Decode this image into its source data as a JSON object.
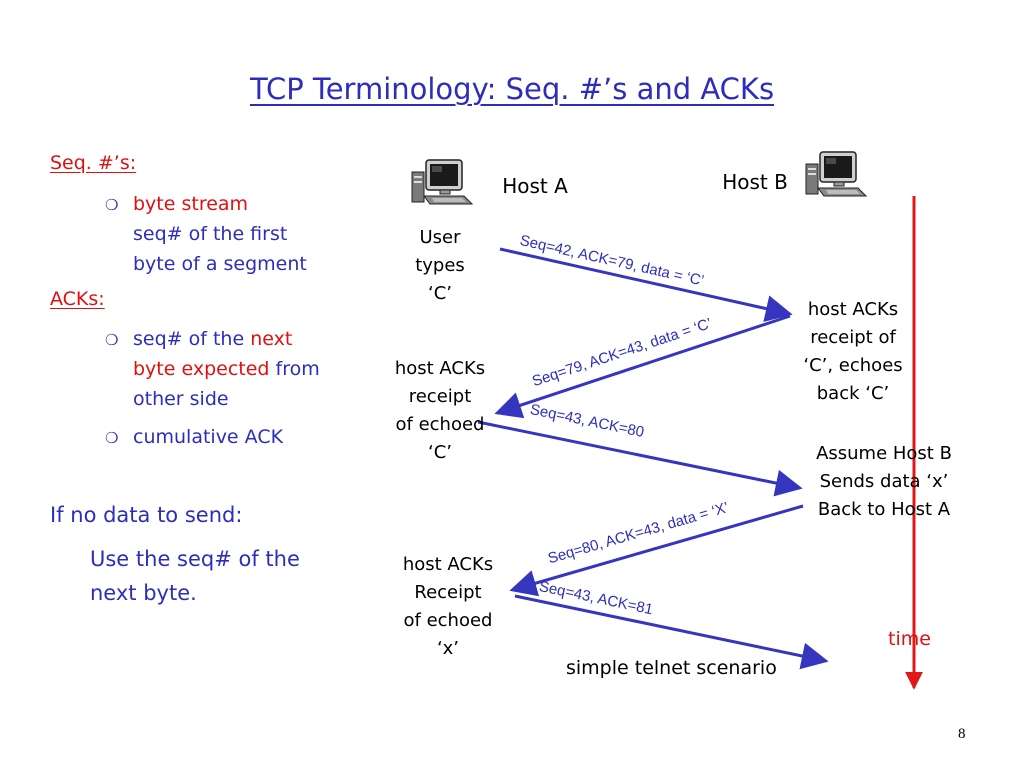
{
  "slide": {
    "title": "TCP Terminology: Seq. #’s and ACKs",
    "page_number": "8"
  },
  "left": {
    "seq_heading": "Seq. #’s:",
    "seq_bullet": {
      "line1": "byte stream",
      "line2": "seq# of the first",
      "line3": "byte of a segment"
    },
    "acks_heading": "ACKs:",
    "ack_bullet1": {
      "line1_a": "seq# of the ",
      "line1_b": "next",
      "line2_a": "byte expected",
      "line2_b": " from",
      "line3": "other side"
    },
    "ack_bullet2": "cumulative ACK",
    "nodata_heading": "If no data to send:",
    "nodata_line1": "Use the seq# of the",
    "nodata_line2": "next byte."
  },
  "diagram": {
    "host_a": "Host A",
    "host_b": "Host B",
    "host_icon": "computer-icon",
    "user_types": [
      "User",
      "types",
      "‘C’"
    ],
    "host_b_acks": [
      "host ACKs",
      "receipt of",
      "‘C’, echoes",
      "back ‘C’"
    ],
    "host_a_acks_c": [
      "host ACKs",
      "receipt",
      "of echoed",
      "‘C’"
    ],
    "assume_host_b": [
      "Assume Host B",
      "Sends data ‘x’",
      "Back to Host A"
    ],
    "host_a_acks_x": [
      "host ACKs",
      "Receipt",
      "of echoed",
      "‘x’"
    ],
    "messages": [
      "Seq=42, ACK=79, data = ‘C’",
      "Seq=79, ACK=43, data = ‘C’",
      "Seq=43, ACK=80",
      "Seq=80, ACK=43, data = ‘X’",
      "Seq=43, ACK=81"
    ],
    "time_label": "time",
    "caption": "simple telnet scenario"
  },
  "colors": {
    "text_blue": "#2d2dbd",
    "emphasis_red": "#e01010",
    "arrow_blue": "#3535c0",
    "time_axis_red": "#e01818"
  }
}
